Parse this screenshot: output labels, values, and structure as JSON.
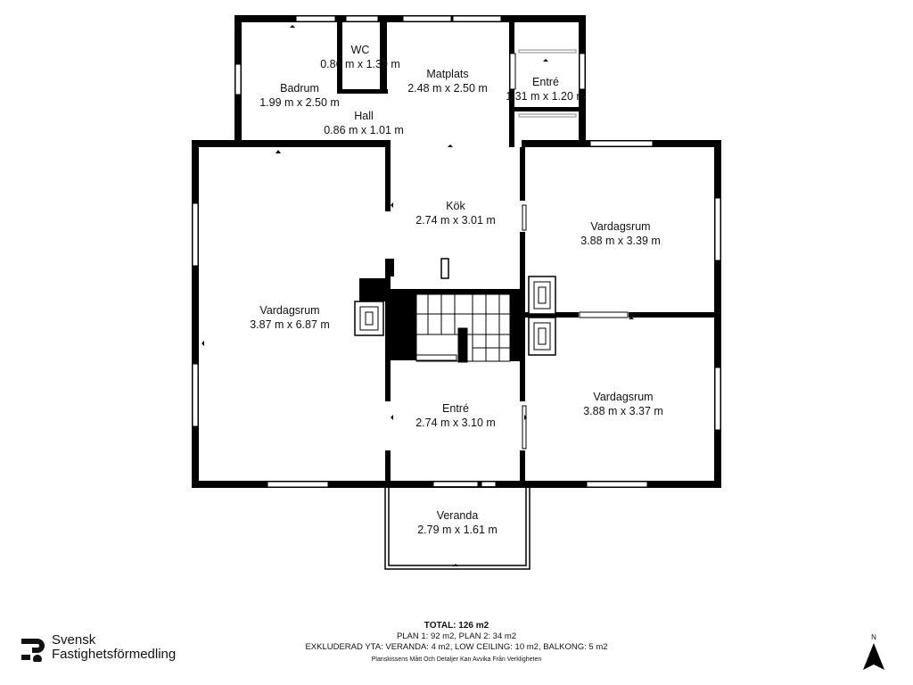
{
  "rooms": [
    {
      "id": "badrum",
      "name": "Badrum",
      "dims": "1.99 m x 2.50 m"
    },
    {
      "id": "wc",
      "name": "WC",
      "dims": "0.86 m x 1.39 m"
    },
    {
      "id": "matplats",
      "name": "Matplats",
      "dims": "2.48 m x 2.50 m"
    },
    {
      "id": "entre-small",
      "name": "Entré",
      "dims": "1.31 m x 1.20 m"
    },
    {
      "id": "hall",
      "name": "Hall",
      "dims": "0.86 m x 1.01 m"
    },
    {
      "id": "kok",
      "name": "Kök",
      "dims": "2.74 m x 3.01 m"
    },
    {
      "id": "vardagsrum-upper-right",
      "name": "Vardagsrum",
      "dims": "3.88 m x 3.39 m"
    },
    {
      "id": "vardagsrum-left",
      "name": "Vardagsrum",
      "dims": "3.87 m x 6.87 m"
    },
    {
      "id": "entre-main",
      "name": "Entré",
      "dims": "2.74 m x 3.10 m"
    },
    {
      "id": "vardagsrum-lower-right",
      "name": "Vardagsrum",
      "dims": "3.88 m x 3.37 m"
    },
    {
      "id": "veranda",
      "name": "Veranda",
      "dims": "2.79 m x 1.61 m"
    }
  ],
  "summary": {
    "total": "TOTAL: 126 m2",
    "plans": "PLAN 1: 92 m2, PLAN 2: 34 m2",
    "excluded": "EXKLUDERAD YTA: VERANDA: 4 m2, LOW CEILING: 10 m2, BALKONG: 5 m2",
    "disclaimer": "Planskissens Mått Och Detaljer Kan Avvika Från Verkligheten"
  },
  "logo": {
    "line1": "Svensk",
    "line2": "Fastighetsförmedling"
  },
  "compass": {
    "label": "N"
  }
}
